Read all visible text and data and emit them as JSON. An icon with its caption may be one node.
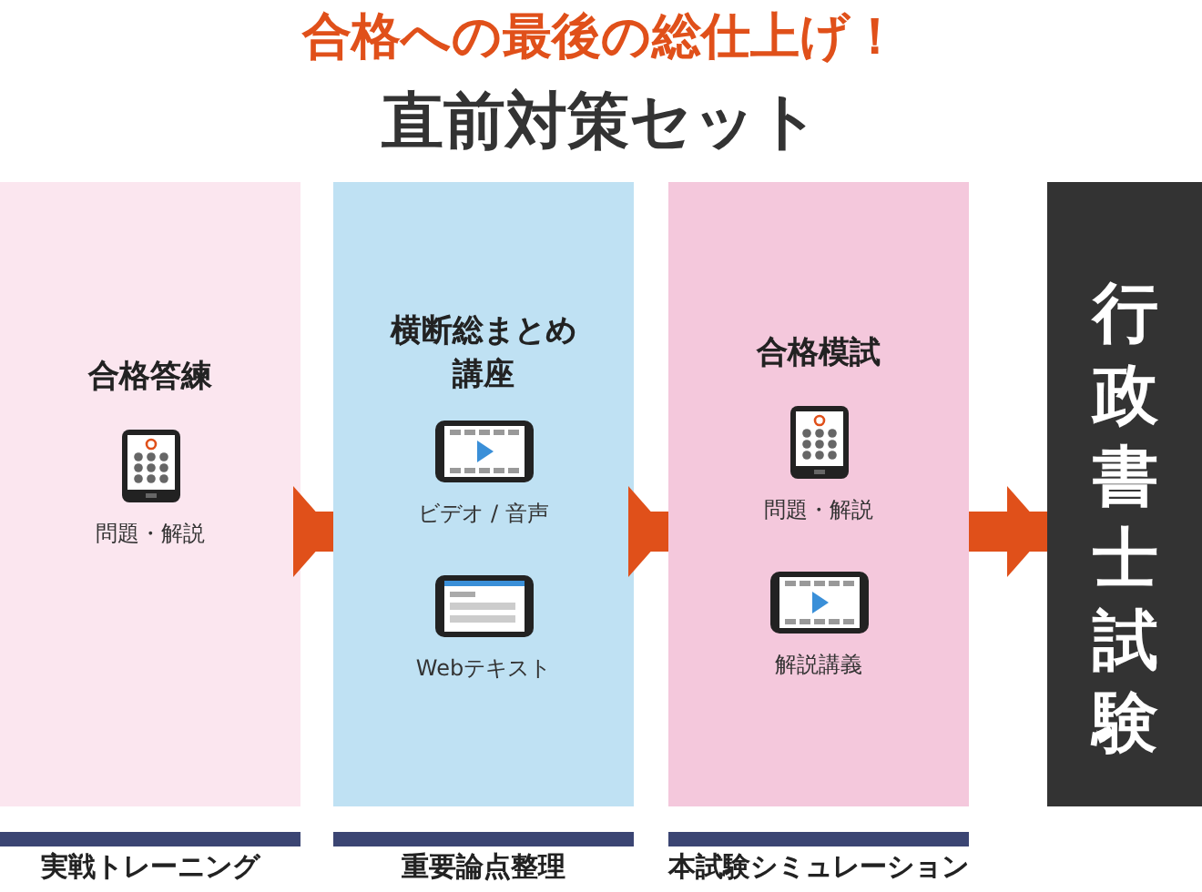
{
  "diagram": {
    "title": "合格への最後の総仕上げ！",
    "nodes": [
      {
        "text": [
          "合格答練",
          "問題・解説"
        ],
        "beside": [
          "実戦トレーニング"
        ]
      },
      {
        "text": [
          "横断総まとめ講座",
          "ビデオ / 音声",
          "Webテキスト"
        ],
        "beside": [
          "重要論点整理"
        ]
      },
      {
        "text": [
          "合格模試",
          "問題・解説",
          "解説講義"
        ],
        "beside": [
          "本試験シミュレーション"
        ]
      },
      {
        "text": [
          "行政書士試験"
        ]
      }
    ],
    "edges": [
      {
        "from": 0,
        "to": 1,
        "arrow": "to"
      },
      {
        "from": 1,
        "to": 2,
        "arrow": "to"
      },
      {
        "from": 2,
        "to": 3,
        "arrow": "to"
      }
    ],
    "labels": [
      "直前対策セット"
    ]
  }
}
